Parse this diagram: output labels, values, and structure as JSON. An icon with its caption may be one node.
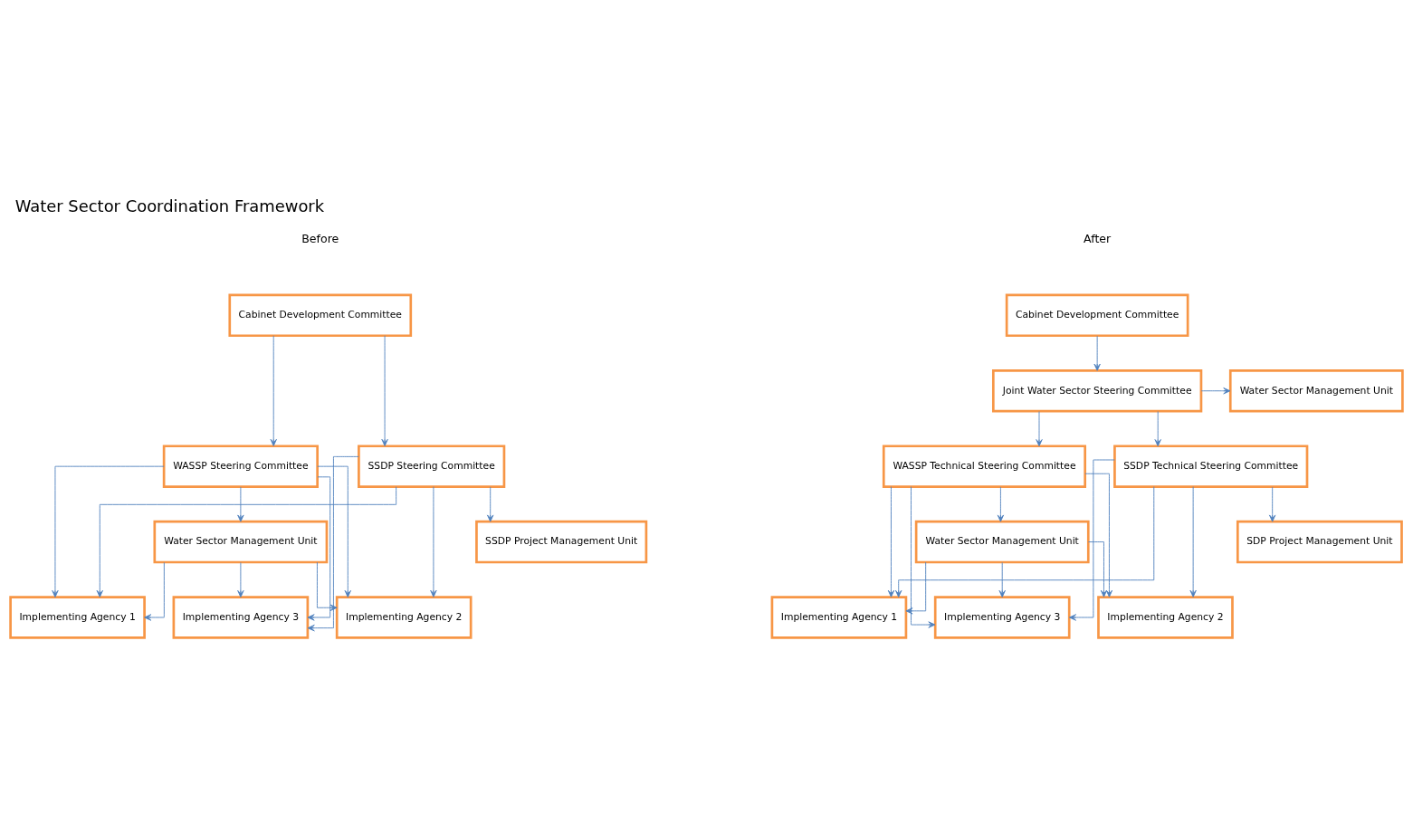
{
  "diagram": {
    "title": "Water Sector Coordination Framework",
    "nodes": [
      {
        "text": [
          "Cabinet Development Committee"
        ]
      },
      {
        "text": [
          "WASSP Steering Committee"
        ]
      },
      {
        "text": [
          "SSDP Steering Committee"
        ]
      },
      {
        "text": [
          "Water Sector Management Unit"
        ]
      },
      {
        "text": [
          "SSDP Project Management Unit"
        ]
      },
      {
        "text": [
          "Implementing Agency 1"
        ]
      },
      {
        "text": [
          "Implementing Agency 2"
        ]
      },
      {
        "text": [
          "Implementing Agency 3"
        ]
      },
      {
        "text": [
          "Cabinet Development Committee"
        ]
      },
      {
        "text": [
          "Joint Water Sector Steering Committee"
        ]
      },
      {
        "text": [
          "Water Sector Management Unit"
        ]
      },
      {
        "text": [
          "WASSP Technical Steering Committee"
        ]
      },
      {
        "text": [
          "SSDP Technical Steering Committee"
        ]
      },
      {
        "text": [
          "Water Sector Management Unit"
        ]
      },
      {
        "text": [
          "SDP Project Management Unit"
        ]
      },
      {
        "text": [
          "Implementing Agency 1"
        ]
      },
      {
        "text": [
          "Implementing Agency 2"
        ]
      },
      {
        "text": [
          "Implementing Agency 3"
        ]
      }
    ],
    "edges": [
      {
        "from": 0,
        "to": 1,
        "arrow": "to"
      },
      {
        "from": 0,
        "to": 2,
        "arrow": "to"
      },
      {
        "from": 1,
        "to": 3,
        "arrow": "to"
      },
      {
        "from": 2,
        "to": 4,
        "arrow": "to"
      },
      {
        "from": 1,
        "to": 5,
        "arrow": "to"
      },
      {
        "from": 1,
        "to": 6,
        "arrow": "to"
      },
      {
        "from": 1,
        "to": 7,
        "arrow": "to"
      },
      {
        "from": 3,
        "to": 5,
        "arrow": "to"
      },
      {
        "from": 3,
        "to": 6,
        "arrow": "to"
      },
      {
        "from": 3,
        "to": 7,
        "arrow": "to"
      },
      {
        "from": 2,
        "to": 5,
        "arrow": "to"
      },
      {
        "from": 2,
        "to": 6,
        "arrow": "to"
      },
      {
        "from": 2,
        "to": 7,
        "arrow": "to"
      },
      {
        "from": 8,
        "to": 9,
        "arrow": "to"
      },
      {
        "from": 9,
        "to": 10,
        "arrow": "to"
      },
      {
        "from": 9,
        "to": 11,
        "arrow": "to"
      },
      {
        "from": 9,
        "to": 12,
        "arrow": "to"
      },
      {
        "from": 11,
        "to": 13,
        "arrow": "to"
      },
      {
        "from": 12,
        "to": 14,
        "arrow": "to"
      },
      {
        "from": 11,
        "to": 15,
        "arrow": "to"
      },
      {
        "from": 11,
        "to": 16,
        "arrow": "to"
      },
      {
        "from": 11,
        "to": 17,
        "arrow": "to"
      },
      {
        "from": 13,
        "to": 15,
        "arrow": "to"
      },
      {
        "from": 13,
        "to": 16,
        "arrow": "to"
      },
      {
        "from": 13,
        "to": 17,
        "arrow": "to"
      },
      {
        "from": 12,
        "to": 15,
        "arrow": "to"
      },
      {
        "from": 12,
        "to": 16,
        "arrow": "to"
      },
      {
        "from": 12,
        "to": 17,
        "arrow": "to"
      }
    ],
    "labels": [
      "Before",
      "After"
    ]
  }
}
